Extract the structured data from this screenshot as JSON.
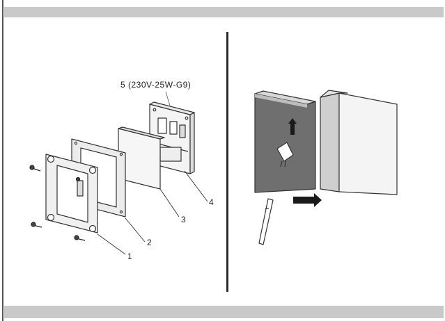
{
  "figure_left": {
    "callouts": {
      "part1": "1",
      "part2": "2",
      "part3": "3",
      "part4": "4",
      "part5": "5 (230V-25W-G9)"
    }
  }
}
